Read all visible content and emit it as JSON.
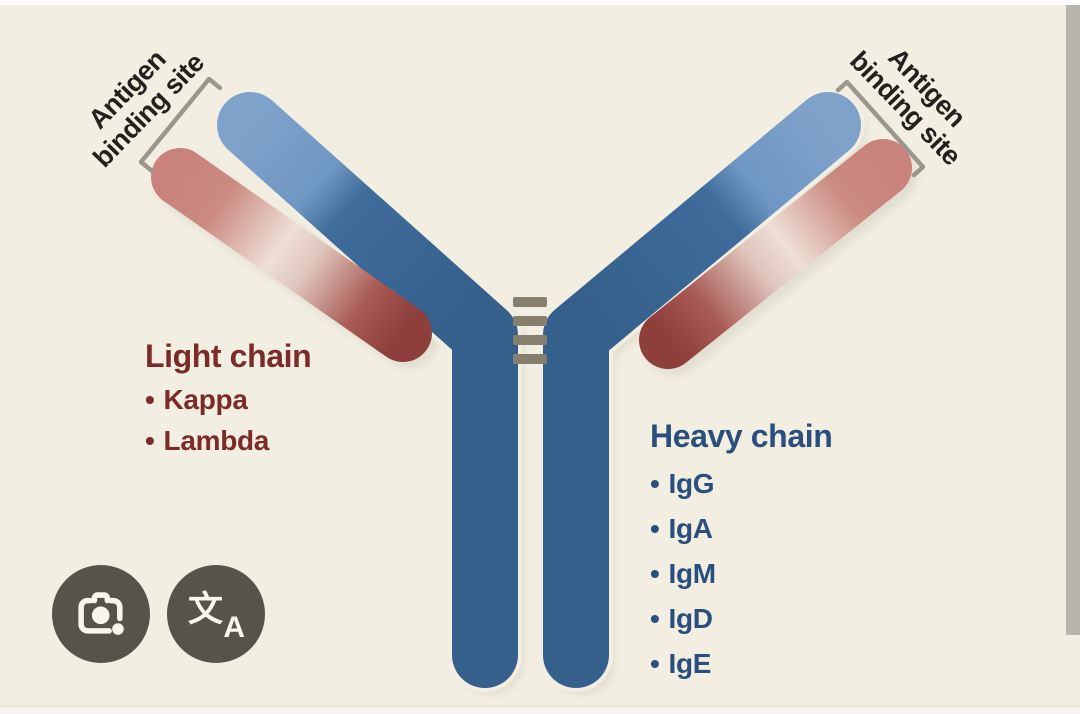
{
  "diagram": {
    "antigen_left": {
      "lines": [
        "Antigen",
        "binding site"
      ]
    },
    "antigen_right": {
      "lines": [
        "Antigen",
        "binding site"
      ]
    },
    "light_chain": {
      "title": "Light chain",
      "bullet": "•",
      "items": [
        "Kappa",
        "Lambda"
      ]
    },
    "heavy_chain": {
      "title": "Heavy chain",
      "bullet": "•",
      "items": [
        "IgG",
        "IgA",
        "IgM",
        "IgD",
        "IgE"
      ]
    },
    "colors": {
      "background": "#f2efe2",
      "heavy_chain_dark": "#35608c",
      "heavy_chain_light": "#7fa2ca",
      "light_chain_rose": "#c9837c",
      "light_chain_highlight": "#eedfd7",
      "light_chain_dark": "#8e3e3b",
      "disulfide_bond_gray": "#877f6e",
      "bracket_gray": "#9b978c",
      "antigen_label_black": "#23211d",
      "light_chain_text": "#7b2b28",
      "heavy_chain_text": "#2a4f7d",
      "button_background": "#57534b",
      "button_icon": "#f7f5ee",
      "right_strip": "#b7b4ad",
      "top_strip": "#fdfdfb",
      "bottom_strip": "#f7f5ed"
    }
  },
  "overlay": {
    "lens_button_icon": "google-lens-camera-icon",
    "translate_button_icon": "translate-icon",
    "translate_glyph_cjk": "文",
    "translate_glyph_latin": "A"
  }
}
